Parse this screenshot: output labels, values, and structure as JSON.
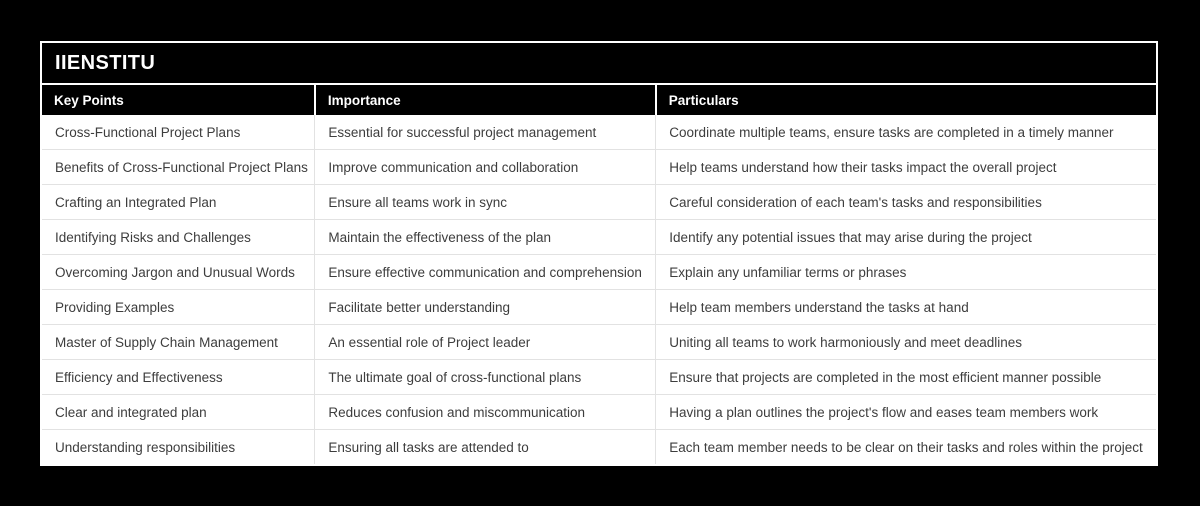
{
  "widget": {
    "brand": "IIENSTITU",
    "columns": [
      "Key Points",
      "Importance",
      "Particulars"
    ],
    "rows": [
      [
        "Cross-Functional Project Plans",
        "Essential for successful project management",
        "Coordinate multiple teams, ensure tasks are completed in a timely manner"
      ],
      [
        "Benefits of Cross-Functional Project Plans",
        "Improve communication and collaboration",
        "Help teams understand how their tasks impact the overall project"
      ],
      [
        "Crafting an Integrated Plan",
        "Ensure all teams work in sync",
        "Careful consideration of each team's tasks and responsibilities"
      ],
      [
        "Identifying Risks and Challenges",
        "Maintain the effectiveness of the plan",
        "Identify any potential issues that may arise during the project"
      ],
      [
        "Overcoming Jargon and Unusual Words",
        "Ensure effective communication and comprehension",
        "Explain any unfamiliar terms or phrases"
      ],
      [
        "Providing Examples",
        "Facilitate better understanding",
        "Help team members understand the tasks at hand"
      ],
      [
        "Master of Supply Chain Management",
        "An essential role of Project leader",
        "Uniting all teams to work harmoniously and meet deadlines"
      ],
      [
        "Efficiency and Effectiveness",
        "The ultimate goal of cross-functional plans",
        "Ensure that projects are completed in the most efficient manner possible"
      ],
      [
        "Clear and integrated plan",
        "Reduces confusion and miscommunication",
        "Having a plan outlines the project's flow and eases team members work"
      ],
      [
        "Understanding responsibilities",
        "Ensuring all tasks are attended to",
        "Each team member needs to be clear on their tasks and roles within the project"
      ]
    ],
    "colors": {
      "page_bg": "#000000",
      "band": "#000000",
      "band_text": "#ffffff",
      "surface": "#ffffff",
      "body_text": "#3d3d3d",
      "divider": "#e2e2e2"
    }
  }
}
